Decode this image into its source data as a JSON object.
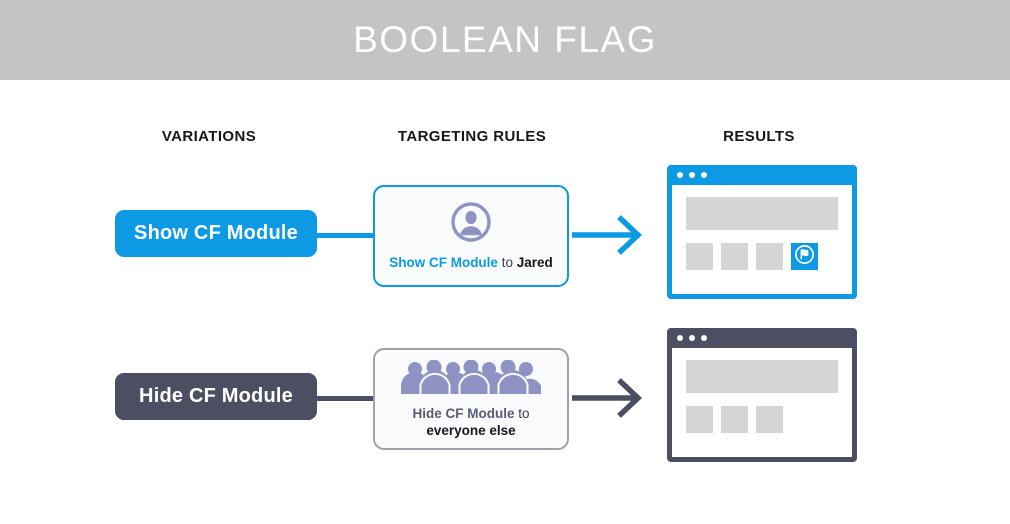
{
  "header": {
    "title": "BOOLEAN FLAG",
    "band_color": "#c4c4c4",
    "title_color": "#ffffff"
  },
  "columns": {
    "variations": "VARIATIONS",
    "targeting_rules": "TARGETING RULES",
    "results": "RESULTS"
  },
  "colors": {
    "blue": "#0c9ae5",
    "slate": "#4c4f61",
    "people_icon": "#8e93c4",
    "placeholder_gray": "#d6d6d6",
    "card_background": "#fafbfd",
    "card_border_gray": "#9fa2ae"
  },
  "rows": [
    {
      "variant_label": "Show CF Module",
      "variant_style": "blue",
      "rule_icon": "single-person-icon",
      "rule_text": {
        "flag": "Show CF Module",
        "conjunction": "to",
        "target": "Jared"
      },
      "arrow_icon": "arrow-right-icon",
      "arrow_style": "blue",
      "result": {
        "window_style": "blue",
        "dots": 3,
        "tiles": 4,
        "flag_tile_icon": "feature-flag-icon",
        "flag_tile_visible": true
      }
    },
    {
      "variant_label": "Hide CF Module",
      "variant_style": "gray",
      "rule_icon": "crowd-of-people-icon",
      "rule_text": {
        "flag": "Hide CF Module",
        "conjunction": "to",
        "target": "everyone else"
      },
      "arrow_icon": "arrow-right-icon",
      "arrow_style": "gray",
      "result": {
        "window_style": "gray",
        "dots": 3,
        "tiles": 3,
        "flag_tile_icon": null,
        "flag_tile_visible": false
      }
    }
  ]
}
